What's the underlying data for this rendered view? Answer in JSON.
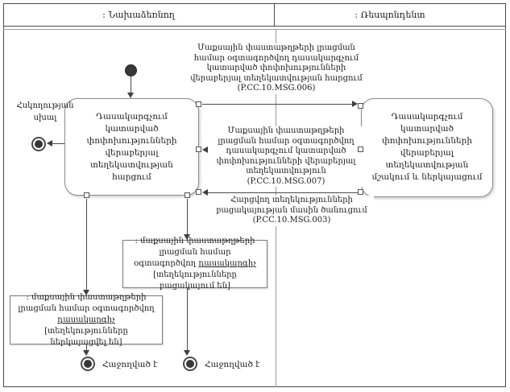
{
  "diagram": {
    "lanes": {
      "initiator_label": ": Նախաձեռնող",
      "respondent_label": ": Ռեսպոնդենտ"
    },
    "activities": {
      "request_info": "Դասակարգչում կատարված փոփոխությունների վերաբերյալ տեղեկատվության հարցում",
      "process_info": "Դասակարգչում կատարված փոփոխությունների վերաբերյալ տեղեկատվության մշակում և ներկայացում"
    },
    "messages": {
      "msg006": "Մաքսային փաստաթղթերի լրացման համար օգտագործվող դասակարգչում կատարված փոփոխությունների վերաբերյալ տեղեկատվության հարցում (P.CC.10.MSG.006)",
      "msg007": "Մաքսային փաստաթղթերի լրացման համար օգտագործվող դասակարգչում կատարված փոփոխությունների վերաբերյալ տեղեկատվություն (P.CC.10.MSG.007)",
      "msg003": "Հարցվող տեղեկությունների բացակայության մասին ծանուցում (P.CC.10.MSG.003)"
    },
    "objects": {
      "missing": {
        "name_prefix": ": մաքսային փաստաթղթերի լրացման համար օգտագործվող ",
        "name": "դասակարգիչ",
        "state": "[տեղեկությունները բացակայում են]"
      },
      "presented": {
        "name_prefix": ": մաքսային փաստաթղթերի լրացման համար օգտագործվող ",
        "name": "դասակարգիչ",
        "state": "[տեղեկությունները ներկայացվել են]"
      }
    },
    "labels": {
      "control_error": "Հսկողության սխալ",
      "success_left": "Հաջողված է",
      "success_right": "Հաջողված է"
    },
    "colors": {
      "flow_line": "#4a4a4a",
      "box_border": "#8a8a8a",
      "node_fill": "#383838",
      "background": "#ffffff"
    }
  }
}
